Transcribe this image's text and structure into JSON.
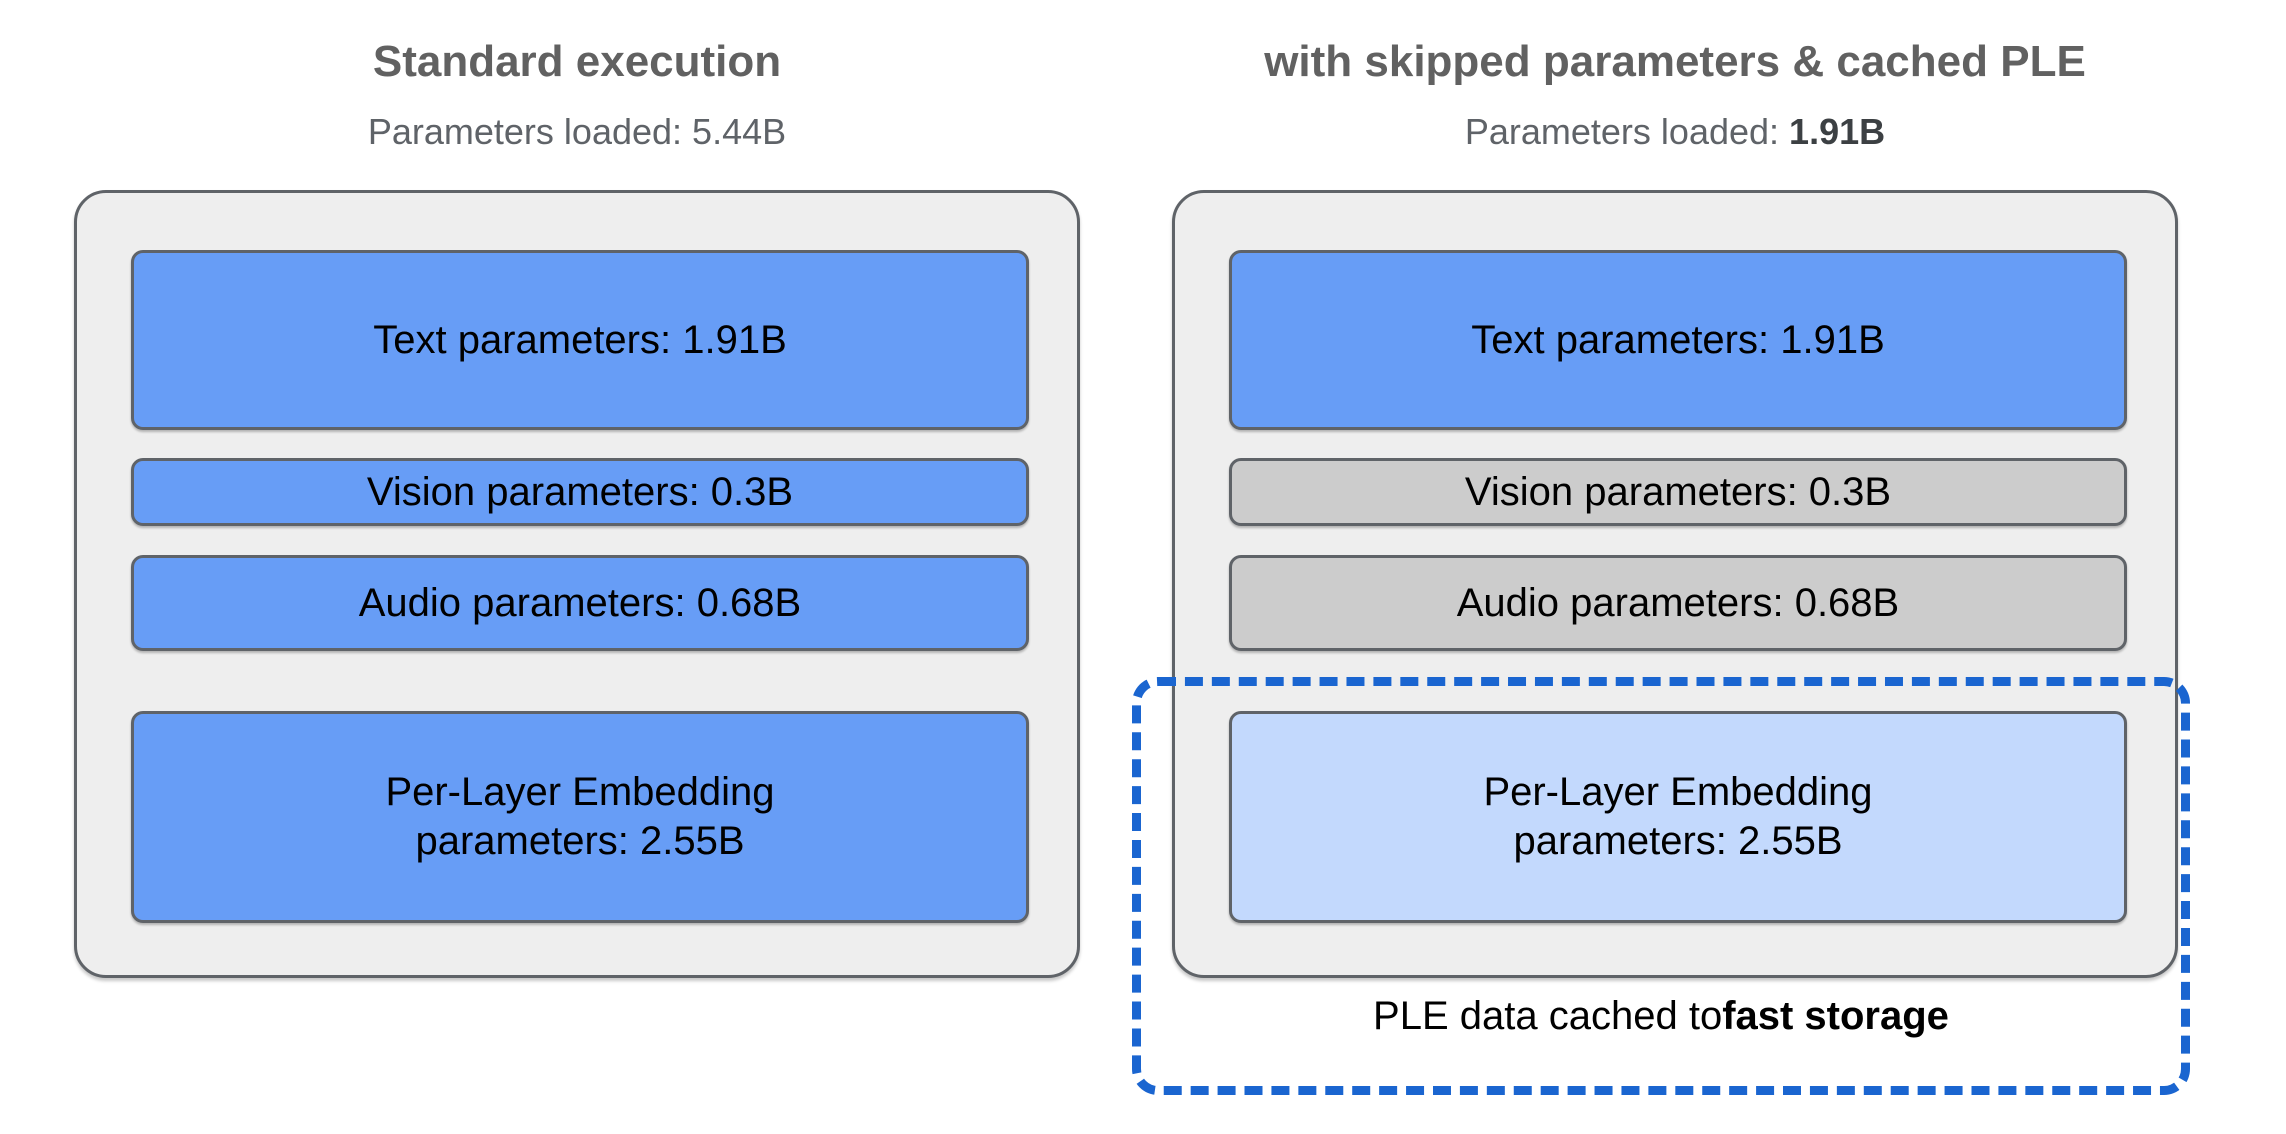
{
  "colors": {
    "active_block": "#679df6",
    "skipped_block": "#cccccc",
    "cached_block": "#c3d9fd",
    "panel_background": "#eeeeee",
    "panel_border": "#5f6368",
    "cache_outline": "#1a65d0",
    "heading_text": "#616161",
    "body_text": "#000000",
    "page_background": "#ffffff"
  },
  "columns": [
    {
      "id": "standard",
      "title": "Standard execution",
      "subtitle_prefix": "Parameters loaded: ",
      "subtitle_value": "5.44B",
      "subtitle_value_bold": false,
      "blocks": [
        {
          "id": "text",
          "label": "Text parameters: 1.91B",
          "value": "1.91B",
          "state": "loaded",
          "fill": "#679df6"
        },
        {
          "id": "vision",
          "label": "Vision parameters: 0.3B",
          "value": "0.3B",
          "state": "loaded",
          "fill": "#679df6"
        },
        {
          "id": "audio",
          "label": "Audio parameters: 0.68B",
          "value": "0.68B",
          "state": "loaded",
          "fill": "#679df6"
        },
        {
          "id": "ple",
          "label": "Per-Layer Embedding\nparameters: 2.55B",
          "value": "2.55B",
          "state": "loaded",
          "fill": "#679df6"
        }
      ]
    },
    {
      "id": "optimized",
      "title": "with skipped parameters & cached PLE",
      "subtitle_prefix": "Parameters loaded: ",
      "subtitle_value": "1.91B",
      "subtitle_value_bold": true,
      "blocks": [
        {
          "id": "text",
          "label": "Text parameters: 1.91B",
          "value": "1.91B",
          "state": "loaded",
          "fill": "#679df6"
        },
        {
          "id": "vision",
          "label": "Vision parameters: 0.3B",
          "value": "0.3B",
          "state": "skipped",
          "fill": "#cccccc"
        },
        {
          "id": "audio",
          "label": "Audio parameters: 0.68B",
          "value": "0.68B",
          "state": "skipped",
          "fill": "#cccccc"
        },
        {
          "id": "ple",
          "label": "Per-Layer Embedding\nparameters: 2.55B",
          "value": "2.55B",
          "state": "cached",
          "fill": "#c3d9fd"
        }
      ]
    }
  ],
  "cache_region": {
    "caption_prefix": "PLE data cached to ",
    "caption_emphasis": "fast storage",
    "outline_style": "dashed",
    "outline_color": "#1a65d0"
  }
}
